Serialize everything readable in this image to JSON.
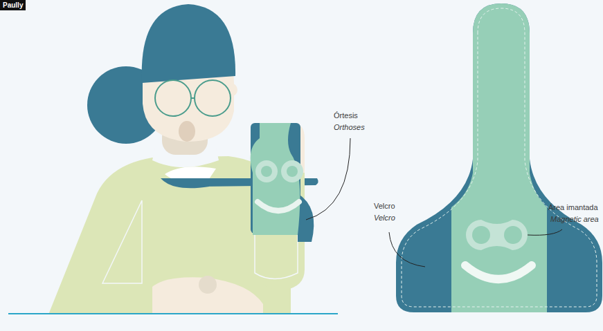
{
  "diagram": {
    "labels": [
      "Paully",
      "Órtesis",
      "Orthoses",
      "Velcro",
      "Velcro",
      "Área imantada",
      "Magnetic area"
    ]
  }
}
